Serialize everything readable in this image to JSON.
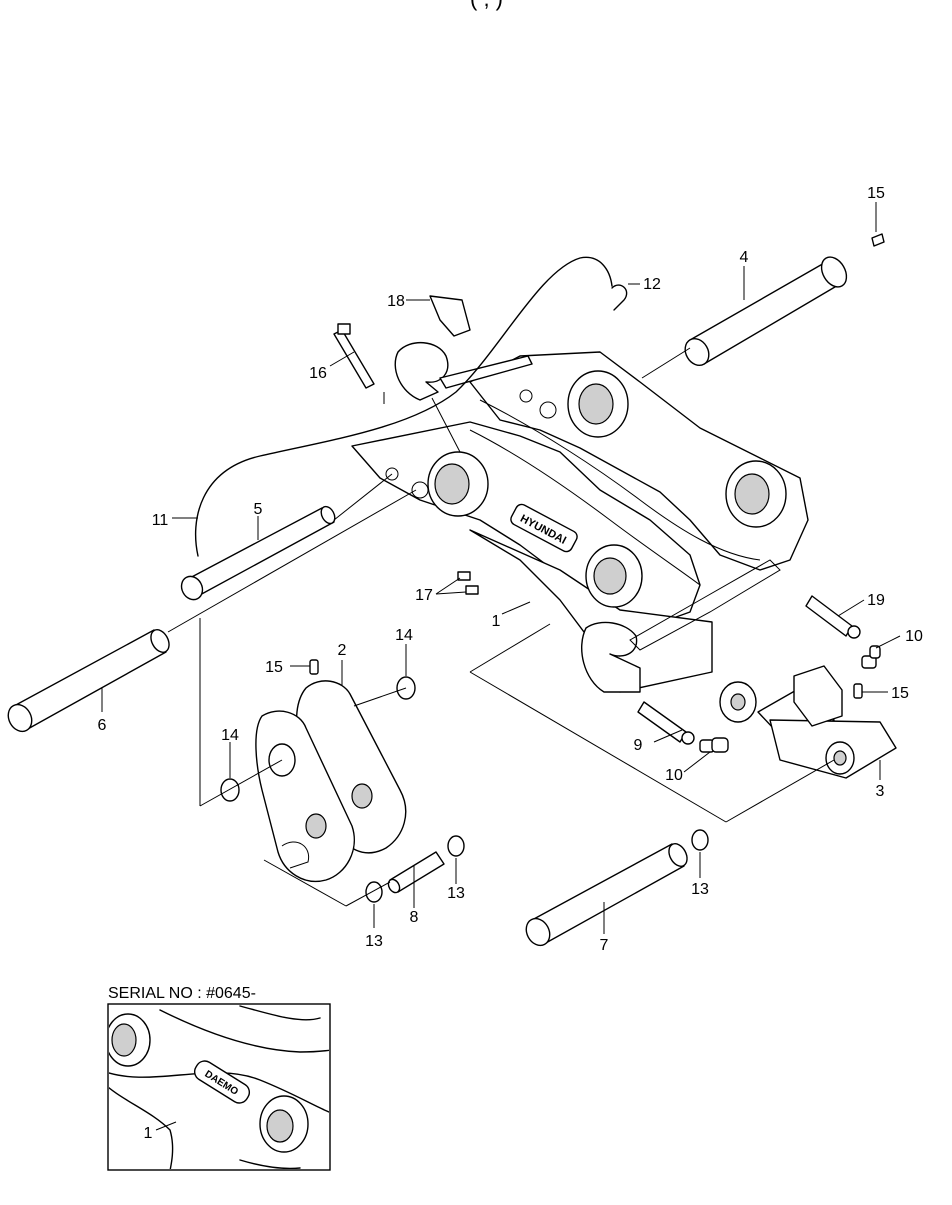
{
  "header": {
    "title_fragment": "(                ,         )"
  },
  "brand_main": "HYUNDAI",
  "brand_inset": "DAEMO",
  "inset": {
    "label": "SERIAL NO : #0645-",
    "callout": "1"
  },
  "callouts": [
    {
      "id": "c15a",
      "text": "15"
    },
    {
      "id": "c4",
      "text": "4"
    },
    {
      "id": "c12",
      "text": "12"
    },
    {
      "id": "c18",
      "text": "18"
    },
    {
      "id": "c16",
      "text": "16"
    },
    {
      "id": "c11",
      "text": "11"
    },
    {
      "id": "c5",
      "text": "5"
    },
    {
      "id": "c17",
      "text": "17"
    },
    {
      "id": "c1",
      "text": "1"
    },
    {
      "id": "c19",
      "text": "19"
    },
    {
      "id": "c10a",
      "text": "10"
    },
    {
      "id": "c15b",
      "text": "15"
    },
    {
      "id": "c2",
      "text": "2"
    },
    {
      "id": "c14a",
      "text": "14"
    },
    {
      "id": "c15c",
      "text": "15"
    },
    {
      "id": "c6",
      "text": "6"
    },
    {
      "id": "c14b",
      "text": "14"
    },
    {
      "id": "c9",
      "text": "9"
    },
    {
      "id": "c10b",
      "text": "10"
    },
    {
      "id": "c3",
      "text": "3"
    },
    {
      "id": "c13a",
      "text": "13"
    },
    {
      "id": "c13b",
      "text": "13"
    },
    {
      "id": "c8",
      "text": "8"
    },
    {
      "id": "c13c",
      "text": "13"
    },
    {
      "id": "c7",
      "text": "7"
    }
  ]
}
